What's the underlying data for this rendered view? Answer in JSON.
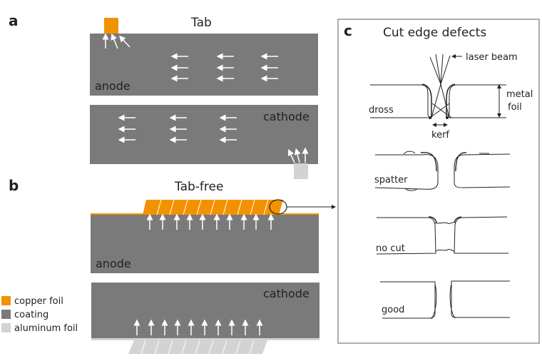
{
  "panels": {
    "a": {
      "letter": "a",
      "title": "Tab",
      "anode_label": "anode",
      "cathode_label": "cathode"
    },
    "b": {
      "letter": "b",
      "title": "Tab-free",
      "anode_label": "anode",
      "cathode_label": "cathode"
    },
    "c": {
      "letter": "c",
      "title": "Cut edge defects",
      "annotations": {
        "laser_beam": "laser beam",
        "metal_foil_1": "metal",
        "metal_foil_2": "foil",
        "kerf": "kerf"
      },
      "defects": [
        "dross",
        "spatter",
        "no cut",
        "good"
      ]
    }
  },
  "legend": [
    {
      "label": "copper foil",
      "color": "#f39200"
    },
    {
      "label": "coating",
      "color": "#7a7a7a"
    },
    {
      "label": "aluminum foil",
      "color": "#d3d3d3"
    }
  ],
  "colors": {
    "copper": "#f39200",
    "coating": "#7a7a7a",
    "aluminum": "#d3d3d3",
    "arrow": "#ffffff",
    "line": "#222222"
  }
}
